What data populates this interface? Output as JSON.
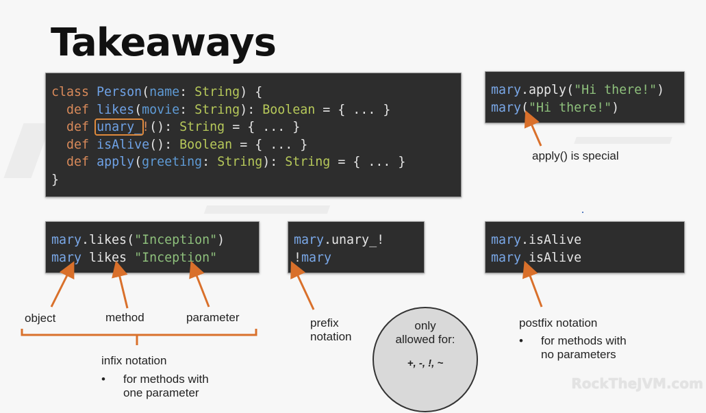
{
  "slide": {
    "title": "Takeaways",
    "watermark": "RockTheJVM.com"
  },
  "class_code": {
    "l1": {
      "kw": "class",
      "name": "Person",
      "p1": "(",
      "param": "name",
      "p2": ": ",
      "type": "String",
      "p3": ") {"
    },
    "l2": {
      "kw": "def",
      "name": "likes",
      "p1": "(",
      "param": "movie",
      "p2": ": ",
      "type": "String",
      "p3": "): ",
      "ret": "Boolean",
      "p4": " = { ... }"
    },
    "l3": {
      "kw": "def",
      "name": "unary_",
      "bang": "!",
      "p1": "(): ",
      "ret": "String",
      "p4": " = { ... }"
    },
    "l4": {
      "kw": "def",
      "name": "isAlive",
      "p1": "(): ",
      "ret": "Boolean",
      "p4": " = { ... }"
    },
    "l5": {
      "kw": "def",
      "name": "apply",
      "p1": "(",
      "param": "greeting",
      "p2": ": ",
      "type": "String",
      "p3": "): ",
      "ret": "String",
      "p4": " = { ... }"
    },
    "l6": "}"
  },
  "apply_code": {
    "l1": {
      "obj": "mary",
      "rest": ".apply(",
      "str": "\"Hi there!\"",
      "end": ")"
    },
    "l2": {
      "obj": "mary",
      "rest": "(",
      "str": "\"Hi there!\"",
      "end": ")"
    }
  },
  "infix_code": {
    "l1": {
      "obj": "mary",
      "rest": ".likes(",
      "str": "\"Inception\"",
      "end": ")"
    },
    "l2": {
      "obj": "mary",
      "rest": " likes ",
      "str": "\"Inception\""
    }
  },
  "prefix_code": {
    "l1": {
      "obj": "mary",
      "rest": ".unary_!"
    },
    "l2": {
      "bang": "!",
      "obj": "mary"
    }
  },
  "postfix_code": {
    "l1": {
      "obj": "mary",
      "rest": ".isAlive"
    },
    "l2": {
      "obj": "mary",
      "rest": " isAlive"
    }
  },
  "labels": {
    "apply_special": "apply() is special",
    "object": "object",
    "method": "method",
    "parameter": "parameter",
    "infix": "infix notation",
    "infix_bullet_1": "for methods with",
    "infix_bullet_2": "one parameter",
    "prefix_1": "prefix",
    "prefix_2": "notation",
    "postfix": "postfix notation",
    "postfix_bullet_1": "for methods with",
    "postfix_bullet_2": "no parameters",
    "bullet": "•"
  },
  "circle": {
    "line1": "only",
    "line2": "allowed for:",
    "ops": "+, -, !, ~"
  },
  "colors": {
    "arrow": "#d9702b",
    "code_bg": "#2d2d2d",
    "keyword": "#d98a5a",
    "identifier": "#6fa2e6",
    "type": "#b7c95a",
    "string": "#8ec07c"
  }
}
